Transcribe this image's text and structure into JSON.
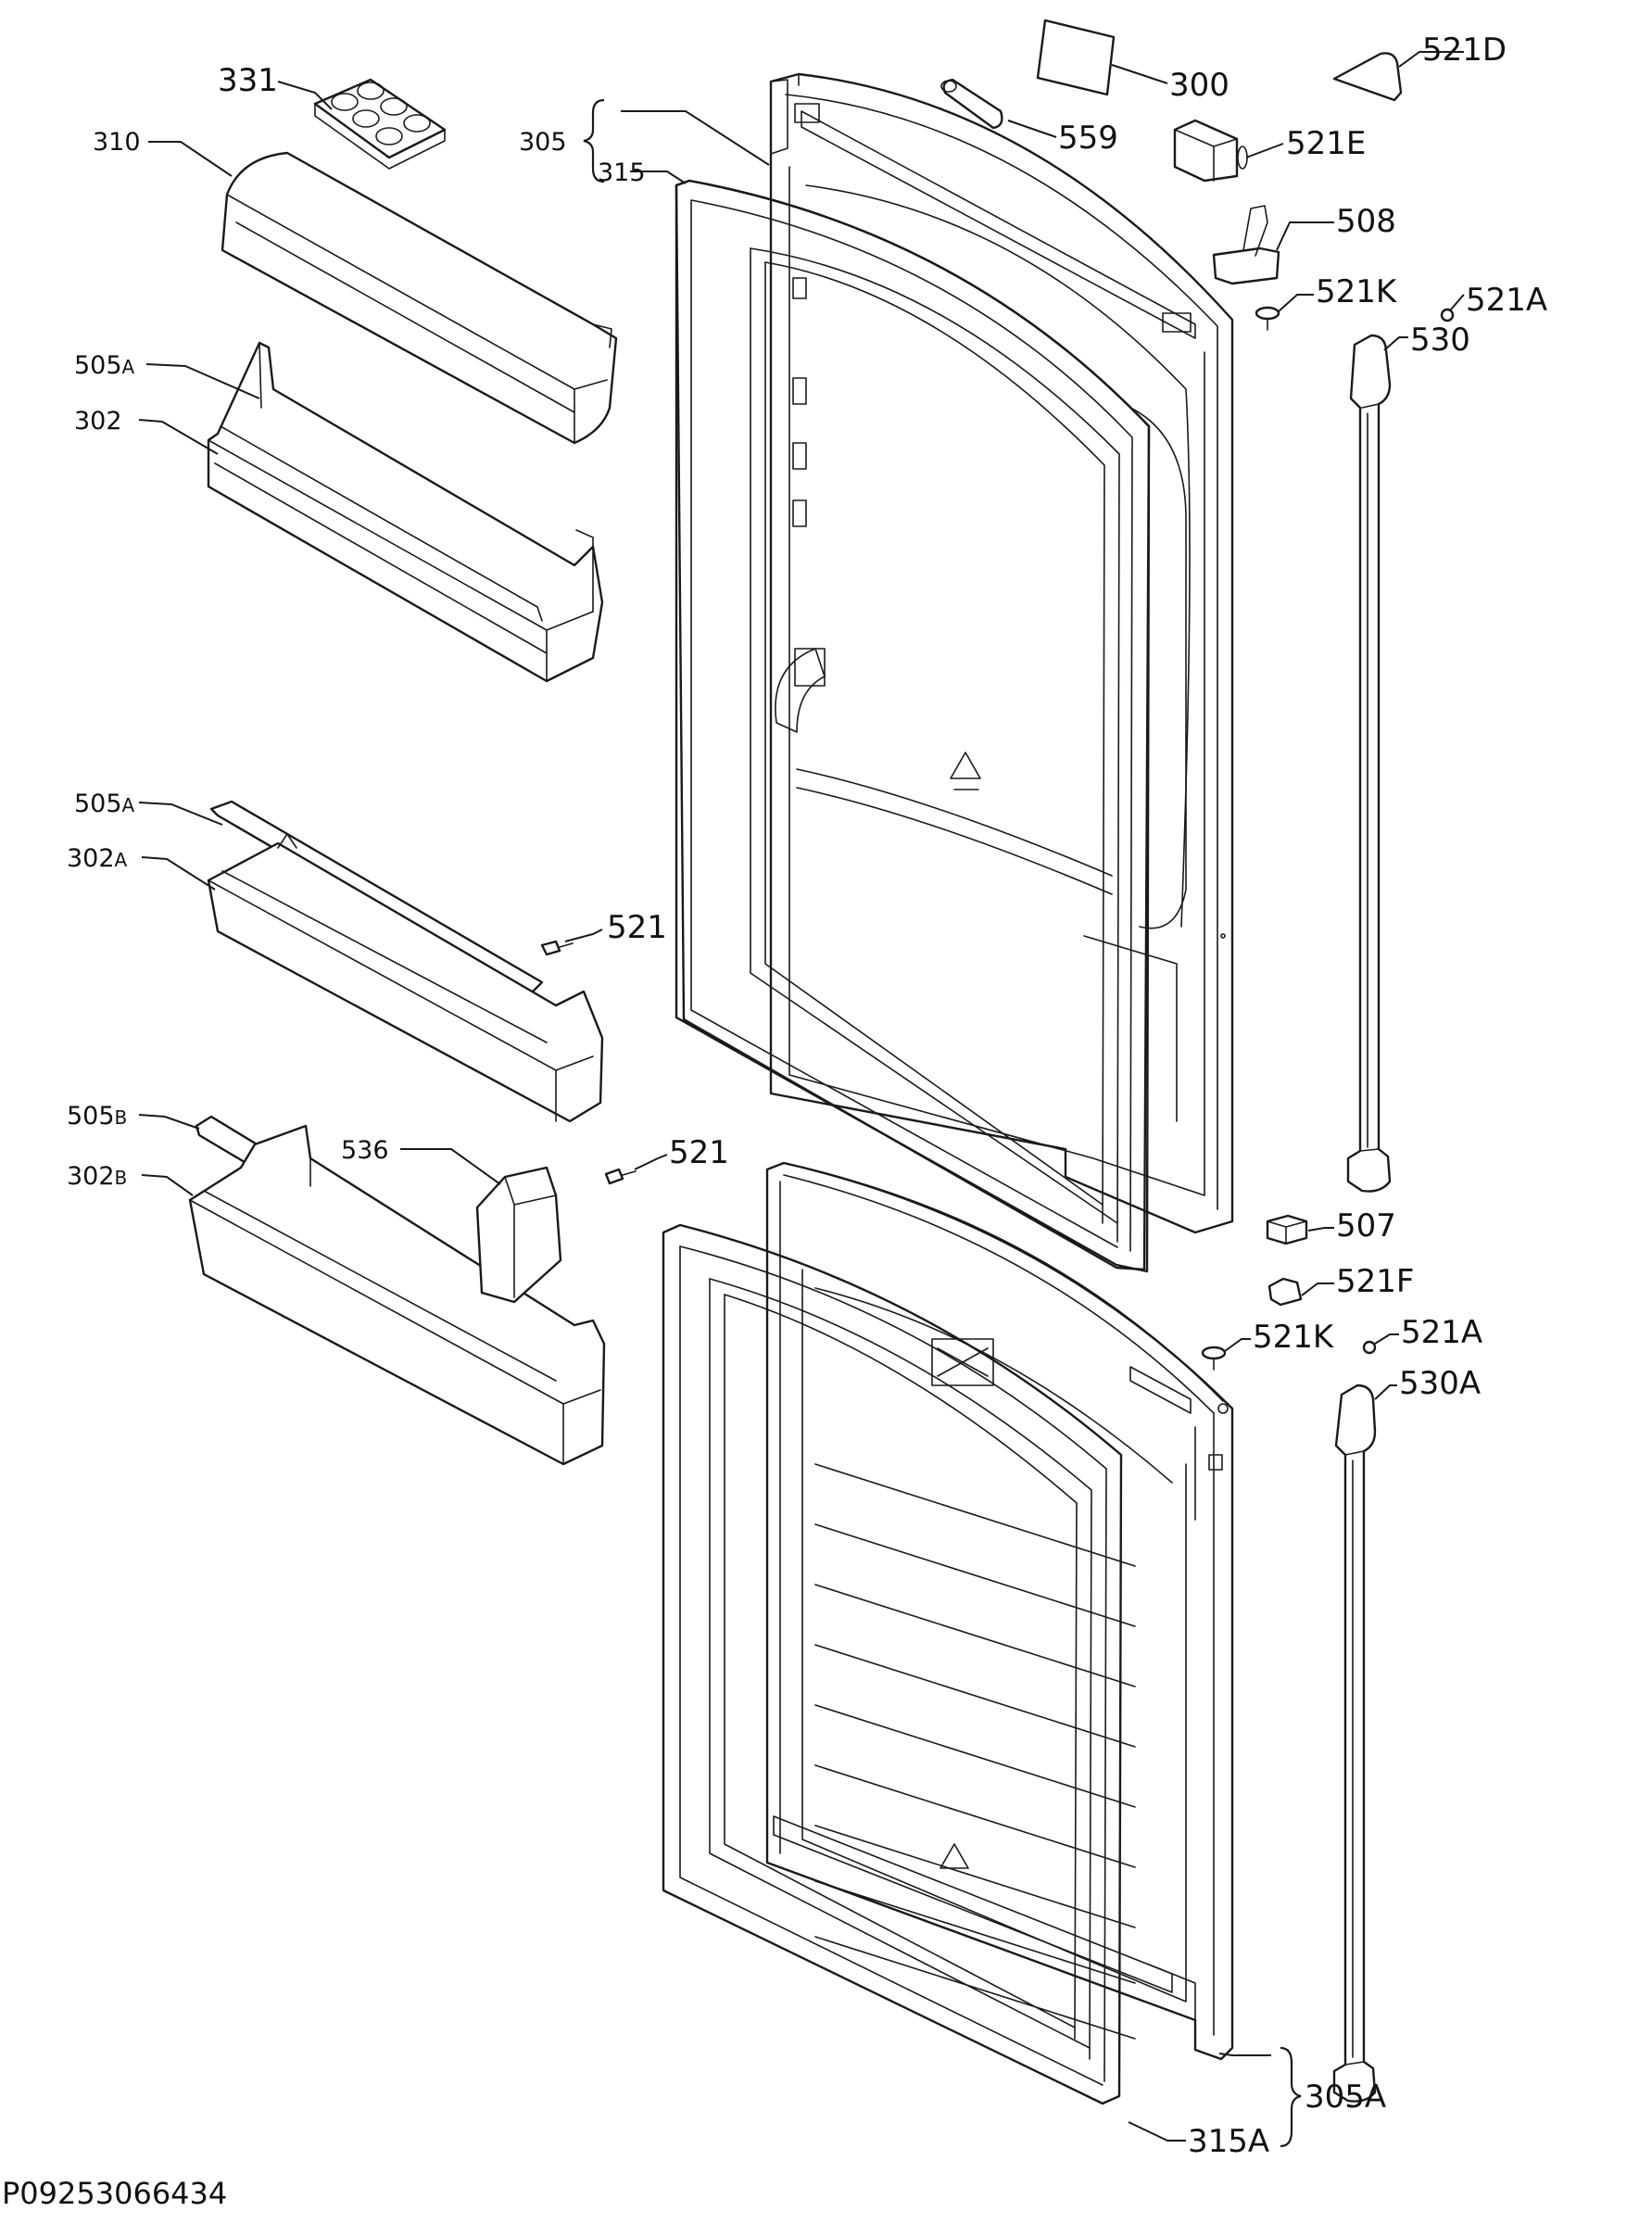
{
  "document_id": "P09253066434",
  "callouts": {
    "p331": "331",
    "p310": "310",
    "p505a_main": "505",
    "p505a_sub": "A",
    "p302": "302",
    "p505a2_main": "505",
    "p505a2_sub": "A",
    "p302a_main": "302",
    "p302a_sub": "A",
    "p505b_main": "505",
    "p505b_sub": "B",
    "p302b_main": "302",
    "p302b_sub": "B",
    "p536": "536",
    "p305": "305",
    "p315": "315",
    "p300": "300",
    "p559": "559",
    "p521d": "521D",
    "p521e": "521E",
    "p508": "508",
    "p521k": "521K",
    "p521a": "521A",
    "p530": "530",
    "p521_upper": "521",
    "p521_lower": "521",
    "p507": "507",
    "p521f": "521F",
    "p521k2": "521K",
    "p521a2": "521A",
    "p530a": "530A",
    "p315a": "315A",
    "p305a": "305A"
  }
}
